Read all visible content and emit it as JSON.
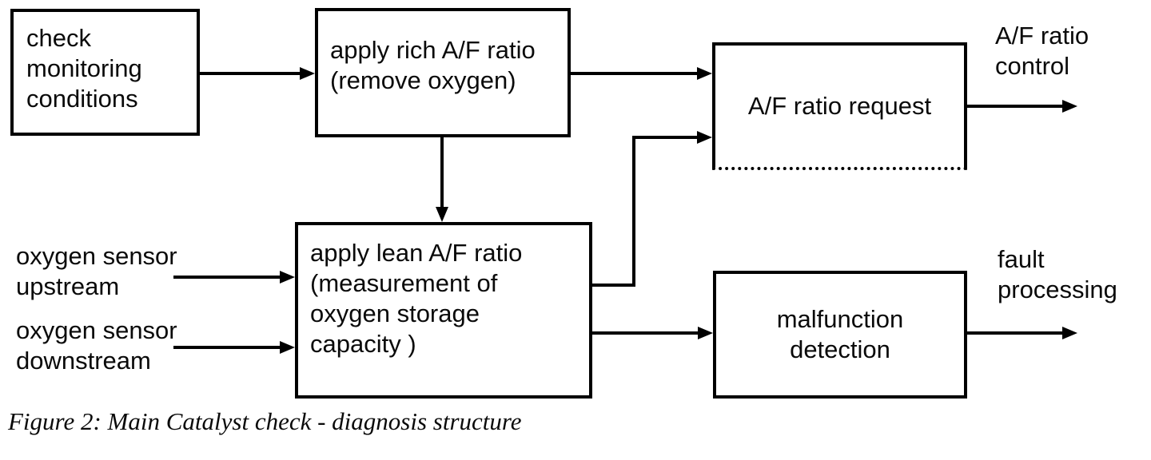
{
  "boxes": {
    "check_monitoring": {
      "lines": [
        "check",
        "monitoring",
        "conditions"
      ]
    },
    "apply_rich": {
      "lines": [
        "apply rich A/F ratio",
        "(remove oxygen)"
      ]
    },
    "af_ratio_request": {
      "lines": [
        "A/F ratio request"
      ]
    },
    "apply_lean": {
      "lines": [
        "apply lean A/F ratio",
        "(measurement of",
        "oxygen storage",
        "capacity )"
      ]
    },
    "malfunction_detection": {
      "lines": [
        "malfunction",
        "detection"
      ]
    }
  },
  "inputs": {
    "oxygen_upstream": {
      "lines": [
        "oxygen sensor",
        "upstream"
      ]
    },
    "oxygen_downstream": {
      "lines": [
        "oxygen sensor",
        "downstream"
      ]
    }
  },
  "outputs": {
    "af_ratio_control": {
      "lines": [
        "A/F ratio",
        "control"
      ]
    },
    "fault_processing": {
      "lines": [
        "fault",
        "processing"
      ]
    }
  },
  "caption": "Figure 2: Main Catalyst check - diagnosis structure",
  "colors": {
    "line": "#000000",
    "background": "#ffffff",
    "text": "#0a0a0a"
  }
}
